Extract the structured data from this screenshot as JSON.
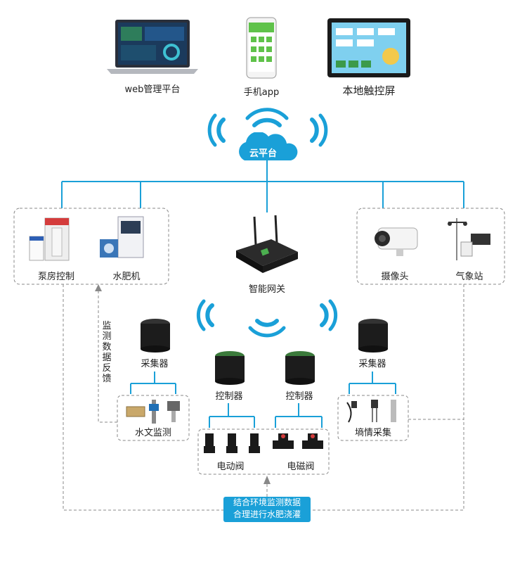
{
  "top": {
    "web_label": "web管理平台",
    "app_label": "手机app",
    "touch_label": "本地触控屏"
  },
  "cloud": {
    "label": "云平台"
  },
  "left_group": {
    "pump_label": "泵房控制",
    "fert_label": "水肥机"
  },
  "right_group": {
    "camera_label": "摄像头",
    "weather_label": "气象站"
  },
  "gateway": {
    "label": "智能网关"
  },
  "collector_left": {
    "label": "采集器"
  },
  "collector_right": {
    "label": "采集器"
  },
  "controller_a": {
    "label": "控制器"
  },
  "controller_b": {
    "label": "控制器"
  },
  "hydro": {
    "label": "水文监测"
  },
  "soil": {
    "label": "墒情采集"
  },
  "valve_elec": {
    "label": "电动阀"
  },
  "valve_mag": {
    "label": "电磁阀"
  },
  "feedback": {
    "label": "监测数据反馈"
  },
  "bottom_box": {
    "line1": "结合环境监测数据",
    "line2": "合理进行水肥浇灌"
  },
  "colors": {
    "accent": "#1aa0d8",
    "dashed": "#888888"
  }
}
